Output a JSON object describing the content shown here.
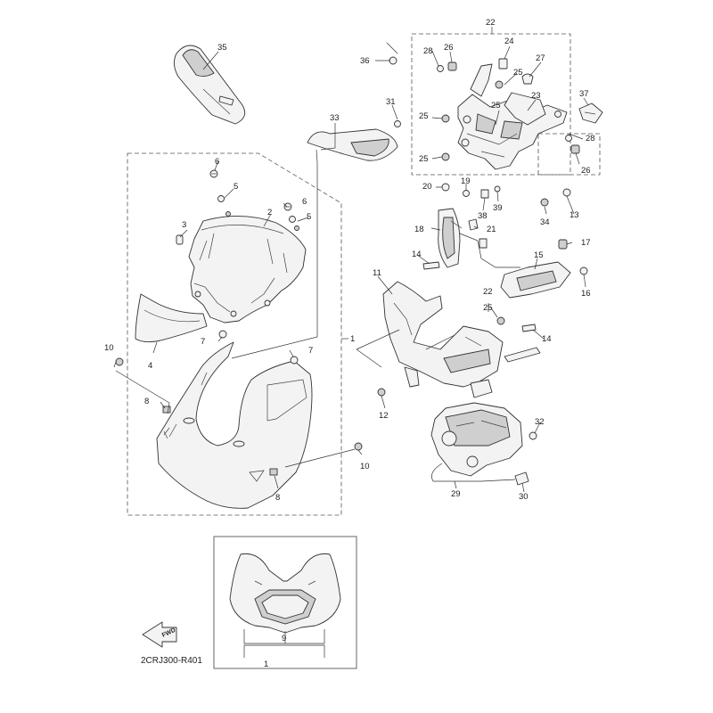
{
  "diagram_code": "2CRJ300-R401",
  "fwd_label": "FWD",
  "callouts": {
    "c1": "1",
    "c2": "2",
    "c3": "3",
    "c4": "4",
    "c5a": "5",
    "c5b": "5",
    "c6a": "6",
    "c6b": "6",
    "c7a": "7",
    "c7b": "7",
    "c8a": "8",
    "c8b": "8",
    "c9": "9",
    "c10a": "10",
    "c10b": "10",
    "c11": "11",
    "c12": "12",
    "c13": "13",
    "c14a": "14",
    "c14b": "14",
    "c15": "15",
    "c16": "16",
    "c17": "17",
    "c18": "18",
    "c19": "19",
    "c20": "20",
    "c21": "21",
    "c22a": "22",
    "c22b": "22",
    "c23": "23",
    "c24": "24",
    "c25a": "25",
    "c25b": "25",
    "c25c": "25",
    "c25d": "25",
    "c25e": "25",
    "c26a": "26",
    "c26b": "26",
    "c27": "27",
    "c28a": "28",
    "c28b": "28",
    "c29": "29",
    "c30": "30",
    "c31": "31",
    "c32": "32",
    "c33": "33",
    "c34": "34",
    "c35": "35",
    "c36": "36",
    "c37": "37",
    "c38": "38",
    "c39": "39",
    "c1inset": "1"
  }
}
